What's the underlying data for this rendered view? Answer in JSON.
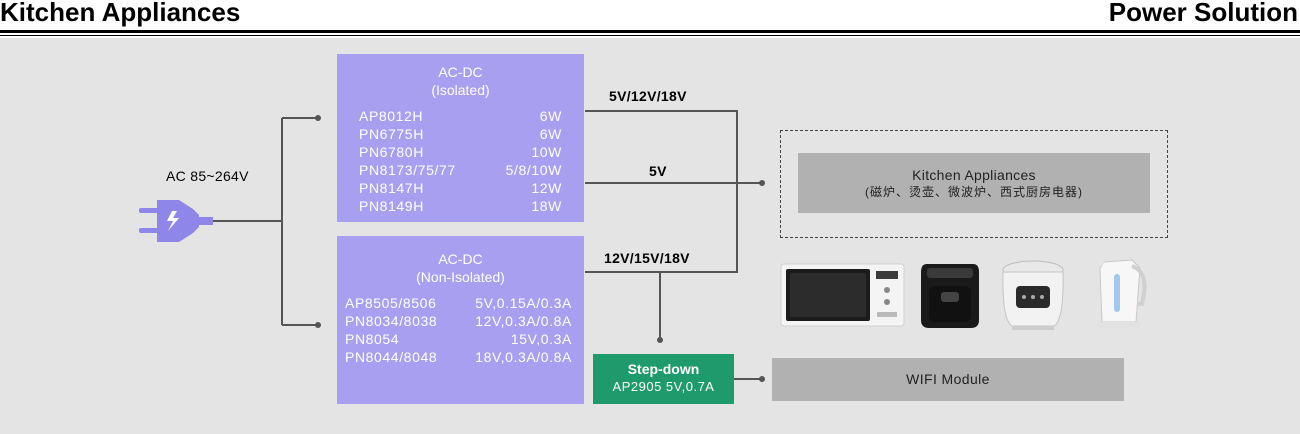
{
  "header": {
    "left_title": "Kitchen Appliances",
    "right_title": "Power Solution"
  },
  "input": {
    "label": "AC 85~264V",
    "icon": "power-plug-icon"
  },
  "isolated": {
    "title_line1": "AC-DC",
    "title_line2": "(Isolated)",
    "rows": [
      {
        "part": "AP8012H",
        "spec": "6W"
      },
      {
        "part": "PN6775H",
        "spec": "6W"
      },
      {
        "part": "PN6780H",
        "spec": "10W"
      },
      {
        "part": "PN8173/75/77",
        "spec": "5/8/10W"
      },
      {
        "part": "PN8147H",
        "spec": "12W"
      },
      {
        "part": "PN8149H",
        "spec": "18W"
      }
    ]
  },
  "non_isolated": {
    "title_line1": "AC-DC",
    "title_line2": "(Non-Isolated)",
    "rows": [
      {
        "part": "AP8505/8506",
        "spec": "5V,0.15A/0.3A"
      },
      {
        "part": "PN8034/8038",
        "spec": "12V,0.3A/0.8A"
      },
      {
        "part": "PN8054",
        "spec": "15V,0.3A"
      },
      {
        "part": "PN8044/8048",
        "spec": "18V,0.3A/0.8A"
      }
    ]
  },
  "outputs": {
    "iso_top": "5V/12V/18V",
    "iso_mid": "5V",
    "noniso": "12V/15V/18V"
  },
  "stepdown": {
    "title": "Step-down",
    "part": "AP2905 5V,0.7A"
  },
  "kitchen": {
    "title": "Kitchen Appliances",
    "subtitle": "(磁炉、烫壶、微波炉、西式厨房电器)"
  },
  "wifi": {
    "label": "WIFI Module"
  },
  "colors": {
    "acdc_box": "#a89ff0",
    "stepdown_box": "#1f9a6c",
    "panel": "#e4e4e4",
    "grey_box": "#b1b1b1",
    "plug": "#8f86ea"
  }
}
